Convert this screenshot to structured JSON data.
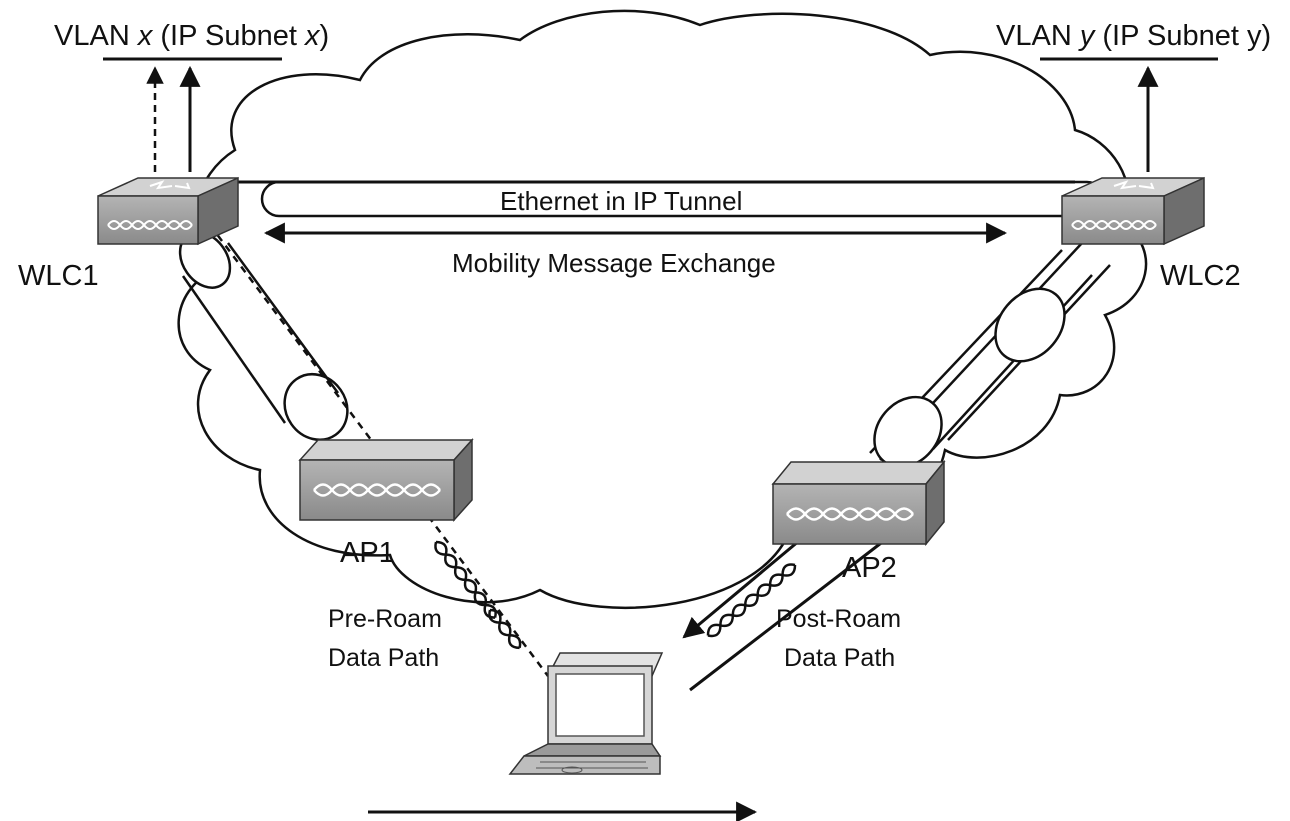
{
  "labels": {
    "vlan_x": {
      "prefix": "VLAN ",
      "var": "x",
      "mid": " (IP Subnet ",
      "var2": "x",
      "suffix": ")"
    },
    "vlan_y": {
      "prefix": "VLAN ",
      "var": "y",
      "suffix": " (IP Subnet y)"
    },
    "wlc1": "WLC1",
    "wlc2": "WLC2",
    "tunnel": "Ethernet in IP Tunnel",
    "mobility": "Mobility Message Exchange",
    "ap1": "AP1",
    "ap2": "AP2",
    "pre_roam_1": "Pre-Roam",
    "pre_roam_2": "Data Path",
    "post_roam_1": "Post-Roam",
    "post_roam_2": "Data Path"
  },
  "colors": {
    "line": "#111111",
    "device_front": "#9a9a9a",
    "device_top": "#cfcfcf",
    "device_side": "#6e6e6e"
  }
}
